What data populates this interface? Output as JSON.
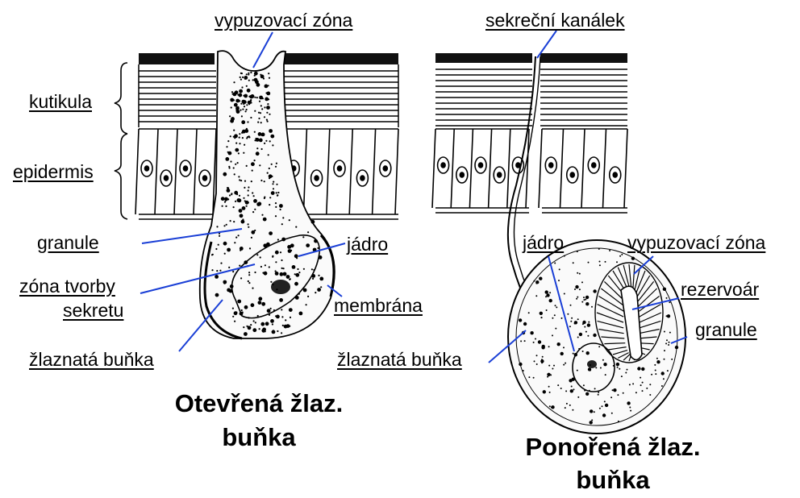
{
  "labels": {
    "left_top": "vypuzovací zóna",
    "kutikula": "kutikula",
    "epidermis": "epidermis",
    "granule_left": "granule",
    "zona_line1": "zóna tvorby",
    "zona_line2": "sekretu",
    "zlaznata_left": "žlaznatá buňka",
    "jadro_left": "jádro",
    "membrana": "membrána",
    "sekrecni": "sekreční kanálek",
    "jadro_right": "jádro",
    "vypuzovaci_right": "vypuzovací zóna",
    "rezervoar": "rezervoár",
    "granule_right": "granule",
    "zlaznata_right": "žlaznatá buňka"
  },
  "titles": {
    "left_line1": "Otevřená žlaz.",
    "left_line2": "buňka",
    "right_line1": "Ponořená žlaz.",
    "right_line2": "buňka"
  },
  "colors": {
    "pointer": "#1a3fd6",
    "ink": "#000000",
    "background": "#ffffff"
  }
}
